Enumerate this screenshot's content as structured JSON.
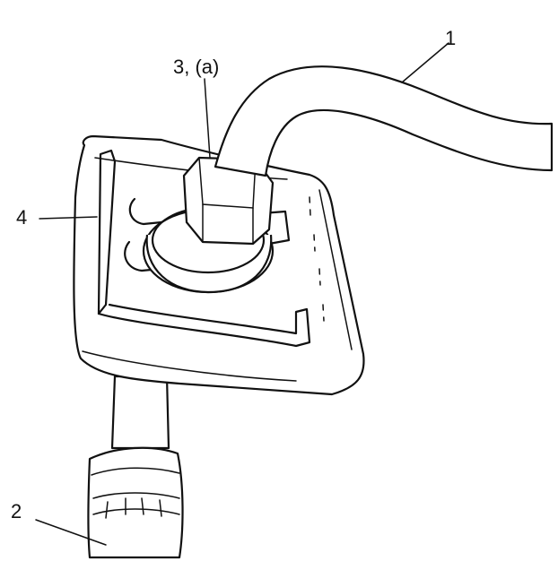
{
  "callouts": [
    {
      "id": "1",
      "text": "1"
    },
    {
      "id": "2",
      "text": "2"
    },
    {
      "id": "3",
      "text": "3, (a)"
    },
    {
      "id": "4",
      "text": "4"
    }
  ],
  "colors": {
    "ink": "#111111",
    "paper": "#ffffff"
  }
}
